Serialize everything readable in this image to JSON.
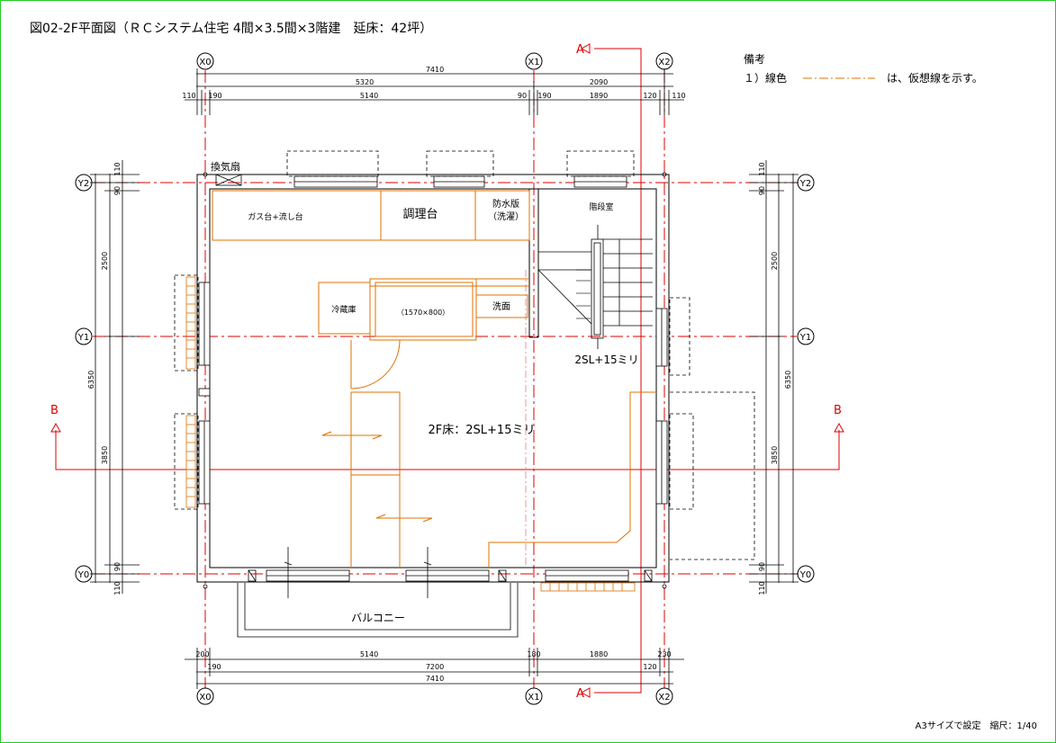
{
  "title": "図02-2F平面図（ＲＣシステム住宅 4間×3.5間×3階建　延床：42坪）",
  "notes": {
    "heading": "備考",
    "item1_prefix": "１）線色",
    "item1_suffix": "は、仮想線を示す。"
  },
  "grid": {
    "x0": "X0",
    "x1": "X1",
    "x2": "X2",
    "y0": "Y0",
    "y1": "Y1",
    "y2": "Y2"
  },
  "sections": {
    "a": "A",
    "b": "B"
  },
  "dims_top": {
    "total": "7410",
    "d5320": "5320",
    "d2090": "2090",
    "d110a": "110",
    "d190a": "190",
    "d5140": "5140",
    "d90": "90",
    "d190b": "190",
    "d1890": "1890",
    "d120": "120",
    "d110b": "110"
  },
  "dims_bottom": {
    "d200": "200",
    "d5140": "5140",
    "d180": "180",
    "d1880": "1880",
    "d230": "230",
    "d190": "190",
    "d7200": "7200",
    "d120": "120",
    "total": "7410"
  },
  "dims_left": {
    "d110a": "110",
    "d90a": "90",
    "d2500": "2500",
    "d6350": "6350",
    "d3850": "3850",
    "d90b": "90",
    "d110b": "110"
  },
  "dims_right": {
    "d110a": "110",
    "d90a": "90",
    "d2500": "2500",
    "d6350": "6350",
    "d3850": "3850",
    "d90b": "90",
    "d110b": "110"
  },
  "rooms": {
    "vent_fan": "換気扇",
    "gas_sink": "ガス台+流し台",
    "counter": "調理台",
    "waterproof_pan": "防水版",
    "laundry": "（洗濯）",
    "stair_room": "階段室",
    "fridge": "冷蔵庫",
    "table": "（1570×800）",
    "washbasin": "洗面",
    "stair_level": "2SL+15ミリ",
    "floor_level": "2F床：2SL+15ミリ",
    "balcony": "バルコニー"
  },
  "footer": "A3サイズで設定　縮尺：1/40",
  "colors": {
    "phantom_line": "#e00000",
    "orange_line": "#e07000",
    "frame": "#22cc22"
  }
}
